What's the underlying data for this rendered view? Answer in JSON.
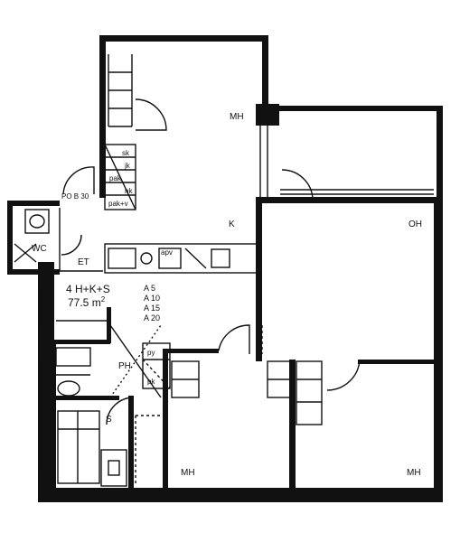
{
  "plan": {
    "apartment_type": "4 H+K+S",
    "area_number": "77.5",
    "area_unit": "m",
    "area_superscript": "2",
    "codes": [
      "A 5",
      "A 10",
      "A 15",
      "A 20"
    ],
    "door_label": "PO B 30",
    "rooms": {
      "mh_top": "MH",
      "kitchen": "K",
      "living": "OH",
      "wc": "WC",
      "entry": "ET",
      "bath": "PH",
      "sauna": "S",
      "mh_bottom_left": "MH",
      "mh_bottom_right": "MH"
    },
    "closet_labels": [
      "sk",
      "jk",
      "pak",
      "hk",
      "pak+v"
    ],
    "kitchen_labels": [
      "apv"
    ],
    "storage_labels": [
      "py",
      "pk"
    ]
  },
  "colors": {
    "wall": "#111111",
    "background": "#ffffff"
  }
}
